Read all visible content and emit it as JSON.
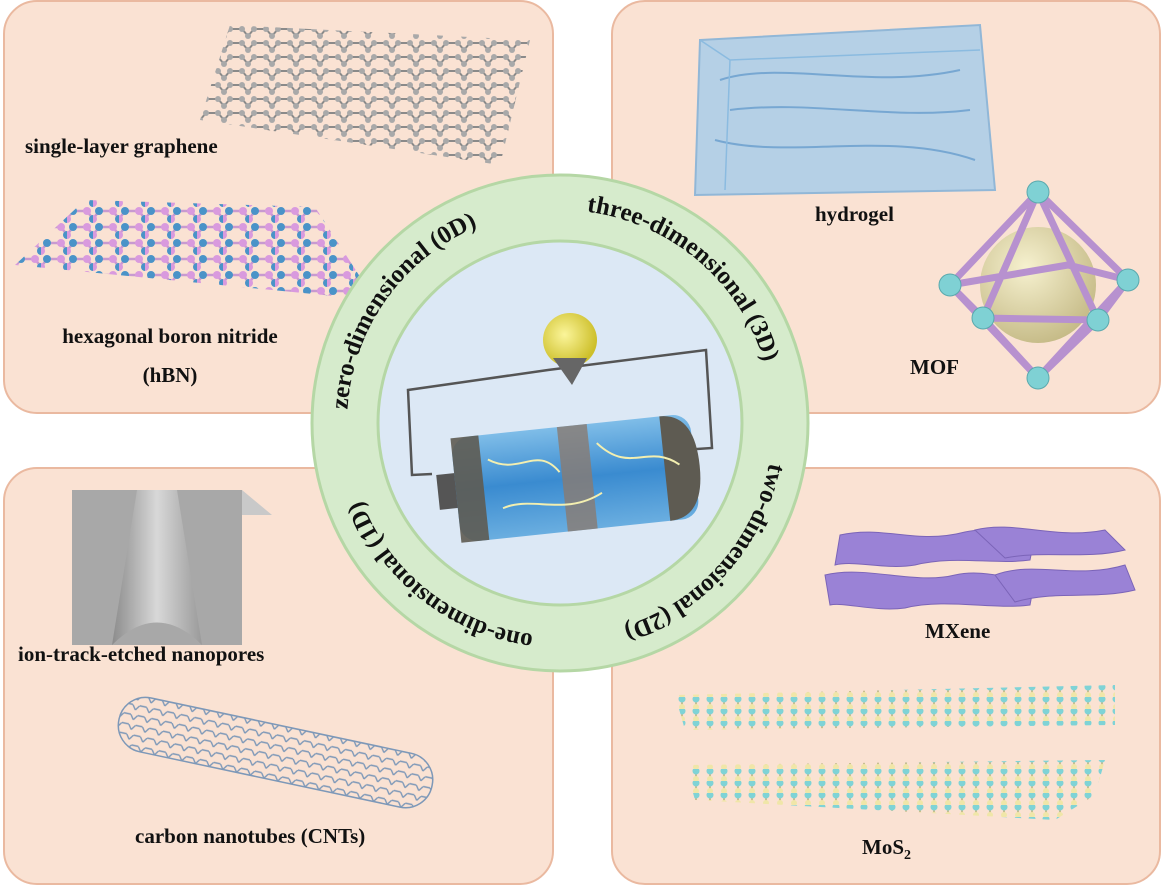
{
  "panels": {
    "top_left": {
      "graphene_label": "single-layer graphene",
      "hbn_label_line1": "hexagonal boron nitride",
      "hbn_label_line2": "(hBN)"
    },
    "top_right": {
      "hydrogel_label": "hydrogel",
      "mof_label": "MOF"
    },
    "bottom_left": {
      "nanopores_label": "ion-track-etched nanopores",
      "cnt_label": "carbon nanotubes (CNTs)"
    },
    "bottom_right": {
      "mxene_label": "MXene",
      "mos2_label": "MoS",
      "mos2_subscript": "2"
    }
  },
  "ring": {
    "zero_d": "zero-dimensional (0D)",
    "three_d": "three-dimensional (3D)",
    "two_d": "two-dimensional (2D)",
    "one_d": "one-dimensional (1D)"
  },
  "colors": {
    "panel_bg": "#fae2d3",
    "panel_border": "#eab9a0",
    "ring_green": "#d6ebcc",
    "inner_blue": "#dce8f5"
  }
}
